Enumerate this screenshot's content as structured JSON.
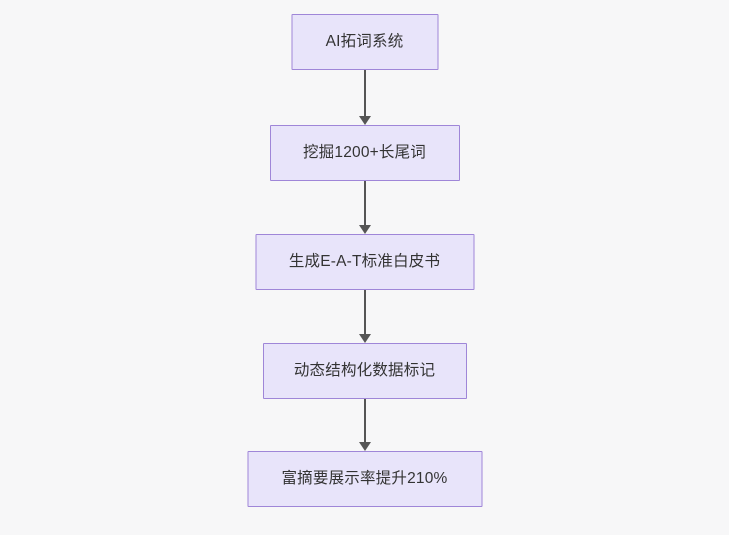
{
  "diagram": {
    "type": "flowchart",
    "direction": "top-to-bottom",
    "background_color": "#f7f7f8",
    "node_fill_color": "#e8e4fa",
    "node_border_color": "#9f86d8",
    "node_text_color": "#333333",
    "edge_color": "#555555",
    "nodes": [
      {
        "id": "n1",
        "label": "AI拓词系统"
      },
      {
        "id": "n2",
        "label": "挖掘1200+长尾词"
      },
      {
        "id": "n3",
        "label": "生成E-A-T标准白皮书"
      },
      {
        "id": "n4",
        "label": "动态结构化数据标记"
      },
      {
        "id": "n5",
        "label": "富摘要展示率提升210%"
      }
    ],
    "edges": [
      {
        "id": "e1",
        "from": "n1",
        "to": "n2",
        "label": ""
      },
      {
        "id": "e2",
        "from": "n2",
        "to": "n3",
        "label": ""
      },
      {
        "id": "e3",
        "from": "n3",
        "to": "n4",
        "label": ""
      },
      {
        "id": "e4",
        "from": "n4",
        "to": "n5",
        "label": ""
      }
    ]
  }
}
